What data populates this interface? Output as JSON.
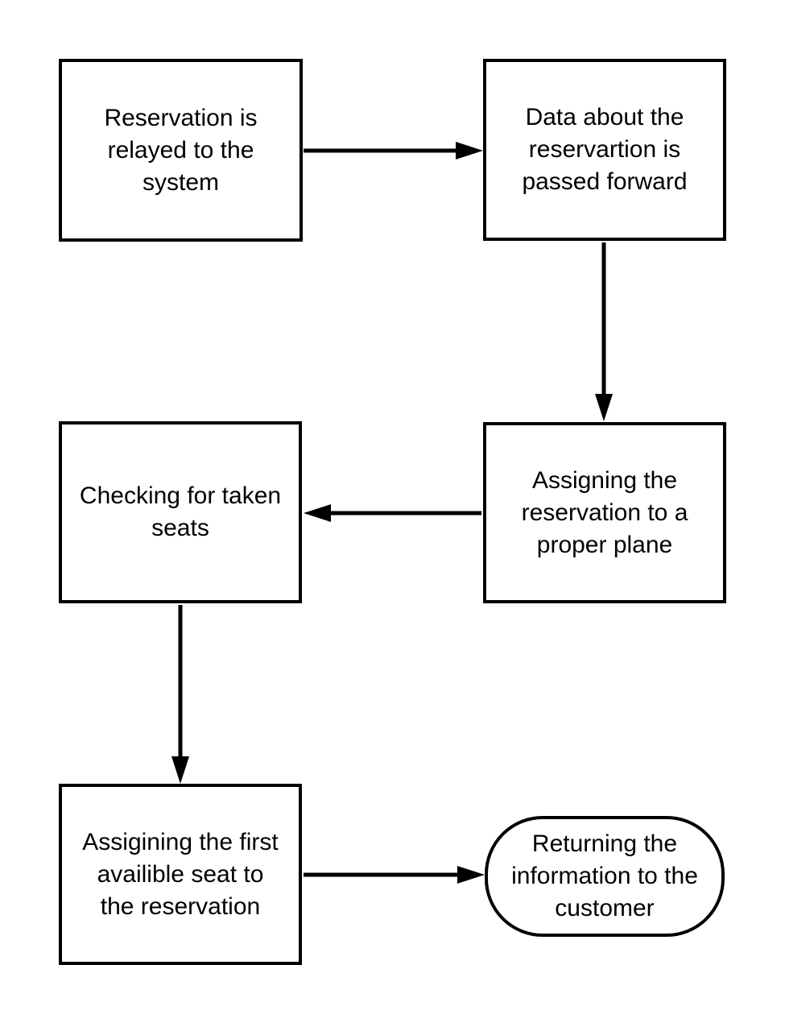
{
  "diagram": {
    "type": "flowchart",
    "background_color": "#ffffff",
    "node_border_color": "#000000",
    "arrow_color": "#000000",
    "text_color": "#000000",
    "nodes": [
      {
        "id": "reservation-relayed",
        "shape": "rectangle",
        "label": "Reservation is\nrelayed to the\nsystem"
      },
      {
        "id": "data-passed",
        "shape": "rectangle",
        "label": "Data about the\nreservartion is\npassed forward"
      },
      {
        "id": "checking-seats",
        "shape": "rectangle",
        "label": "Checking for taken\nseats"
      },
      {
        "id": "assign-plane",
        "shape": "rectangle",
        "label": "Assigning the\nreservation to a\nproper plane"
      },
      {
        "id": "assign-seat",
        "shape": "rectangle",
        "label": "Assigining the first\navailible seat to\nthe reservation"
      },
      {
        "id": "return-info",
        "shape": "terminator",
        "label": "Returning the\ninformation to the\ncustomer"
      }
    ],
    "edges": [
      {
        "from": "reservation-relayed",
        "to": "data-passed",
        "direction": "right"
      },
      {
        "from": "data-passed",
        "to": "assign-plane",
        "direction": "down"
      },
      {
        "from": "assign-plane",
        "to": "checking-seats",
        "direction": "left"
      },
      {
        "from": "checking-seats",
        "to": "assign-seat",
        "direction": "down"
      },
      {
        "from": "assign-seat",
        "to": "return-info",
        "direction": "right"
      }
    ]
  }
}
